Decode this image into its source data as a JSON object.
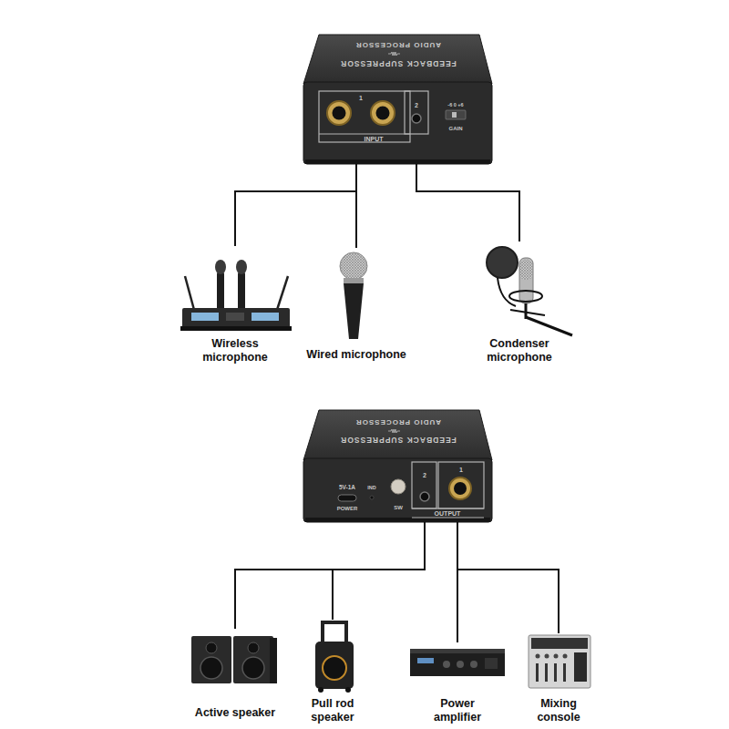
{
  "diagram": {
    "nodes": [
      {
        "text": [
          "AUDIO PROCESSOR",
          "FEEDBACK SUPPRESSOR",
          "1",
          "INPUT",
          "2",
          "-6 0 +6",
          "GAIN"
        ]
      },
      {
        "text": [
          "Wireless microphone"
        ]
      },
      {
        "text": [
          "Wired microphone"
        ]
      },
      {
        "text": [
          "Condenser microphone"
        ]
      },
      {
        "text": [
          "AUDIO PROCESSOR",
          "FEEDBACK SUPPRESSOR",
          "5V-1A",
          "POWER",
          "IND",
          "SW",
          "2",
          "1",
          "OUTPUT"
        ]
      },
      {
        "text": [
          "Active speaker"
        ]
      },
      {
        "text": [
          "Pull rod speaker"
        ]
      },
      {
        "text": [
          "Power amplifier"
        ]
      },
      {
        "text": [
          "Mixing console"
        ]
      }
    ],
    "edges": [
      {
        "from": 0,
        "to": 1,
        "arrow": "none"
      },
      {
        "from": 0,
        "to": 2,
        "arrow": "none"
      },
      {
        "from": 0,
        "to": 3,
        "arrow": "none"
      },
      {
        "from": 4,
        "to": 5,
        "arrow": "none"
      },
      {
        "from": 4,
        "to": 6,
        "arrow": "none"
      },
      {
        "from": 4,
        "to": 7,
        "arrow": "none"
      },
      {
        "from": 4,
        "to": 8,
        "arrow": "none"
      }
    ]
  }
}
